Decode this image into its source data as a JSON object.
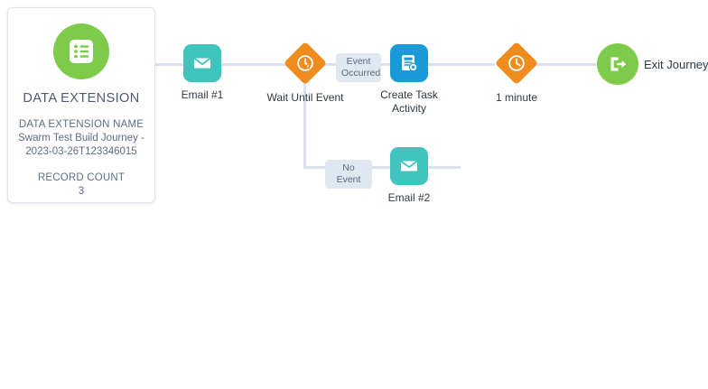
{
  "entry_source": {
    "icon": "data-extension-list-icon",
    "title": "DATA EXTENSION",
    "name_label": "DATA EXTENSION NAME",
    "name_value_line1": "Swarm Test Build Journey -",
    "name_value_line2": "2023-03-26T123346015",
    "count_label": "RECORD COUNT",
    "count_value": "3",
    "accent_color": "#7ecb4b"
  },
  "nodes": [
    {
      "id": "email-1",
      "label": "Email #1",
      "icon": "envelope-icon",
      "shape": "rounded-square",
      "color": "#40c4bd"
    },
    {
      "id": "wait-until-event",
      "label": "Wait Until Event",
      "icon": "clock-bolt-icon",
      "shape": "diamond",
      "color": "#f08b1d"
    },
    {
      "id": "create-task-activity",
      "label": "Create Task Activity",
      "icon": "task-document-icon",
      "shape": "rounded-square",
      "color": "#1a9bd7"
    },
    {
      "id": "wait-1-minute",
      "label": "1 minute",
      "icon": "clock-icon",
      "shape": "diamond",
      "color": "#f08b1d"
    },
    {
      "id": "exit-journey",
      "label": "Exit Journey",
      "icon": "exit-arrow-icon",
      "shape": "circle",
      "color": "#7ecb4b"
    },
    {
      "id": "email-2",
      "label": "Email #2",
      "icon": "envelope-icon",
      "shape": "rounded-square",
      "color": "#40c4bd"
    }
  ],
  "branches": [
    {
      "id": "event-occurred",
      "line1": "Event",
      "line2": "Occurred"
    },
    {
      "id": "no-event",
      "line1": "No Event",
      "line2": ""
    }
  ],
  "colors": {
    "connector": "#d9e2ec",
    "branch_pill_bg": "#dfe7f0",
    "canvas_bg": "#ffffff"
  }
}
